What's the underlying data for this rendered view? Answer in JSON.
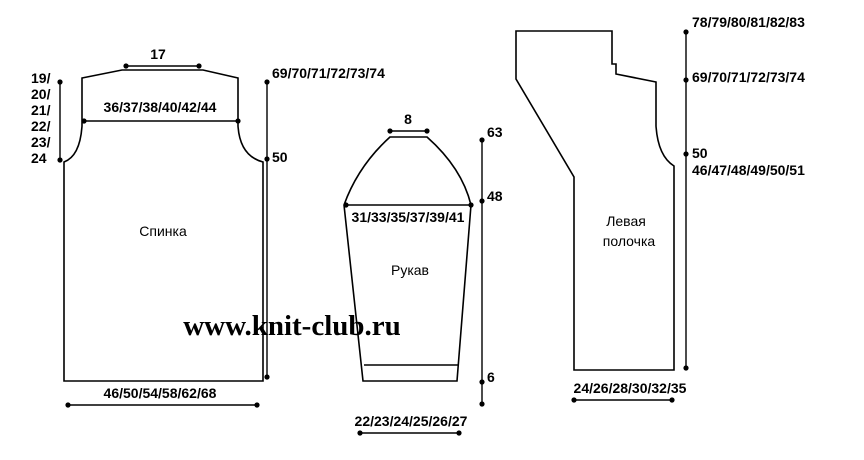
{
  "back": {
    "name": "Спинка",
    "neck_width": "17",
    "shoulder_width": "36/37/38/40/42/44",
    "armhole_lines": [
      "19/",
      "20/",
      "21/",
      "22/",
      "23/",
      "24"
    ],
    "total_height": "69/70/71/72/73/74",
    "body_height": "50",
    "bottom_width": "46/50/54/58/62/68"
  },
  "sleeve": {
    "name": "Рукав",
    "cap_top": "8",
    "upper_width": "31/33/35/37/39/41",
    "total_height": "63",
    "cap_start_height": "48",
    "cuff_height": "6",
    "bottom_width": "22/23/24/25/26/27"
  },
  "front": {
    "name_line1": "Левая",
    "name_line2": "полочка",
    "total_height": "78/79/80/81/82/83",
    "shoulder_height": "69/70/71/72/73/74",
    "body_height": "50",
    "armhole_height": "46/47/48/49/50/51",
    "bottom_width": "24/26/28/30/32/35"
  },
  "watermark": "www.knit-club.ru"
}
